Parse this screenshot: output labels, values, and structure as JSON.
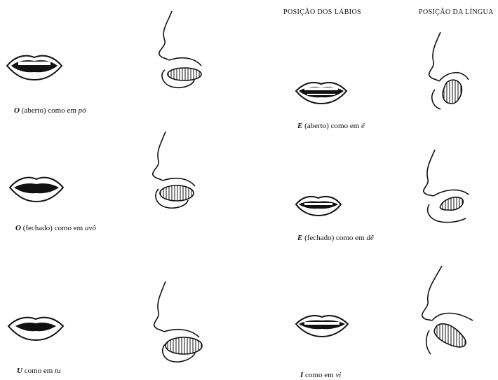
{
  "headers": {
    "lips": "POSIÇÃO DOS LÁBIOS",
    "tongue": "POSIÇÃO DA LÍNGUA"
  },
  "vowels": [
    {
      "letter": "O",
      "qualifier": "(aberto)",
      "connector": "como em",
      "example": "pó"
    },
    {
      "letter": "O",
      "qualifier": "(fechado)",
      "connector": "como em",
      "example": "avô"
    },
    {
      "letter": "U",
      "qualifier": "",
      "connector": "como em",
      "example": "tu"
    },
    {
      "letter": "E",
      "qualifier": "(aberto)",
      "connector": "como em",
      "example": "é"
    },
    {
      "letter": "E",
      "qualifier": "(fechado)",
      "connector": "como em",
      "example": "dê"
    },
    {
      "letter": "I",
      "qualifier": "",
      "connector": "como em",
      "example": "vi"
    }
  ]
}
